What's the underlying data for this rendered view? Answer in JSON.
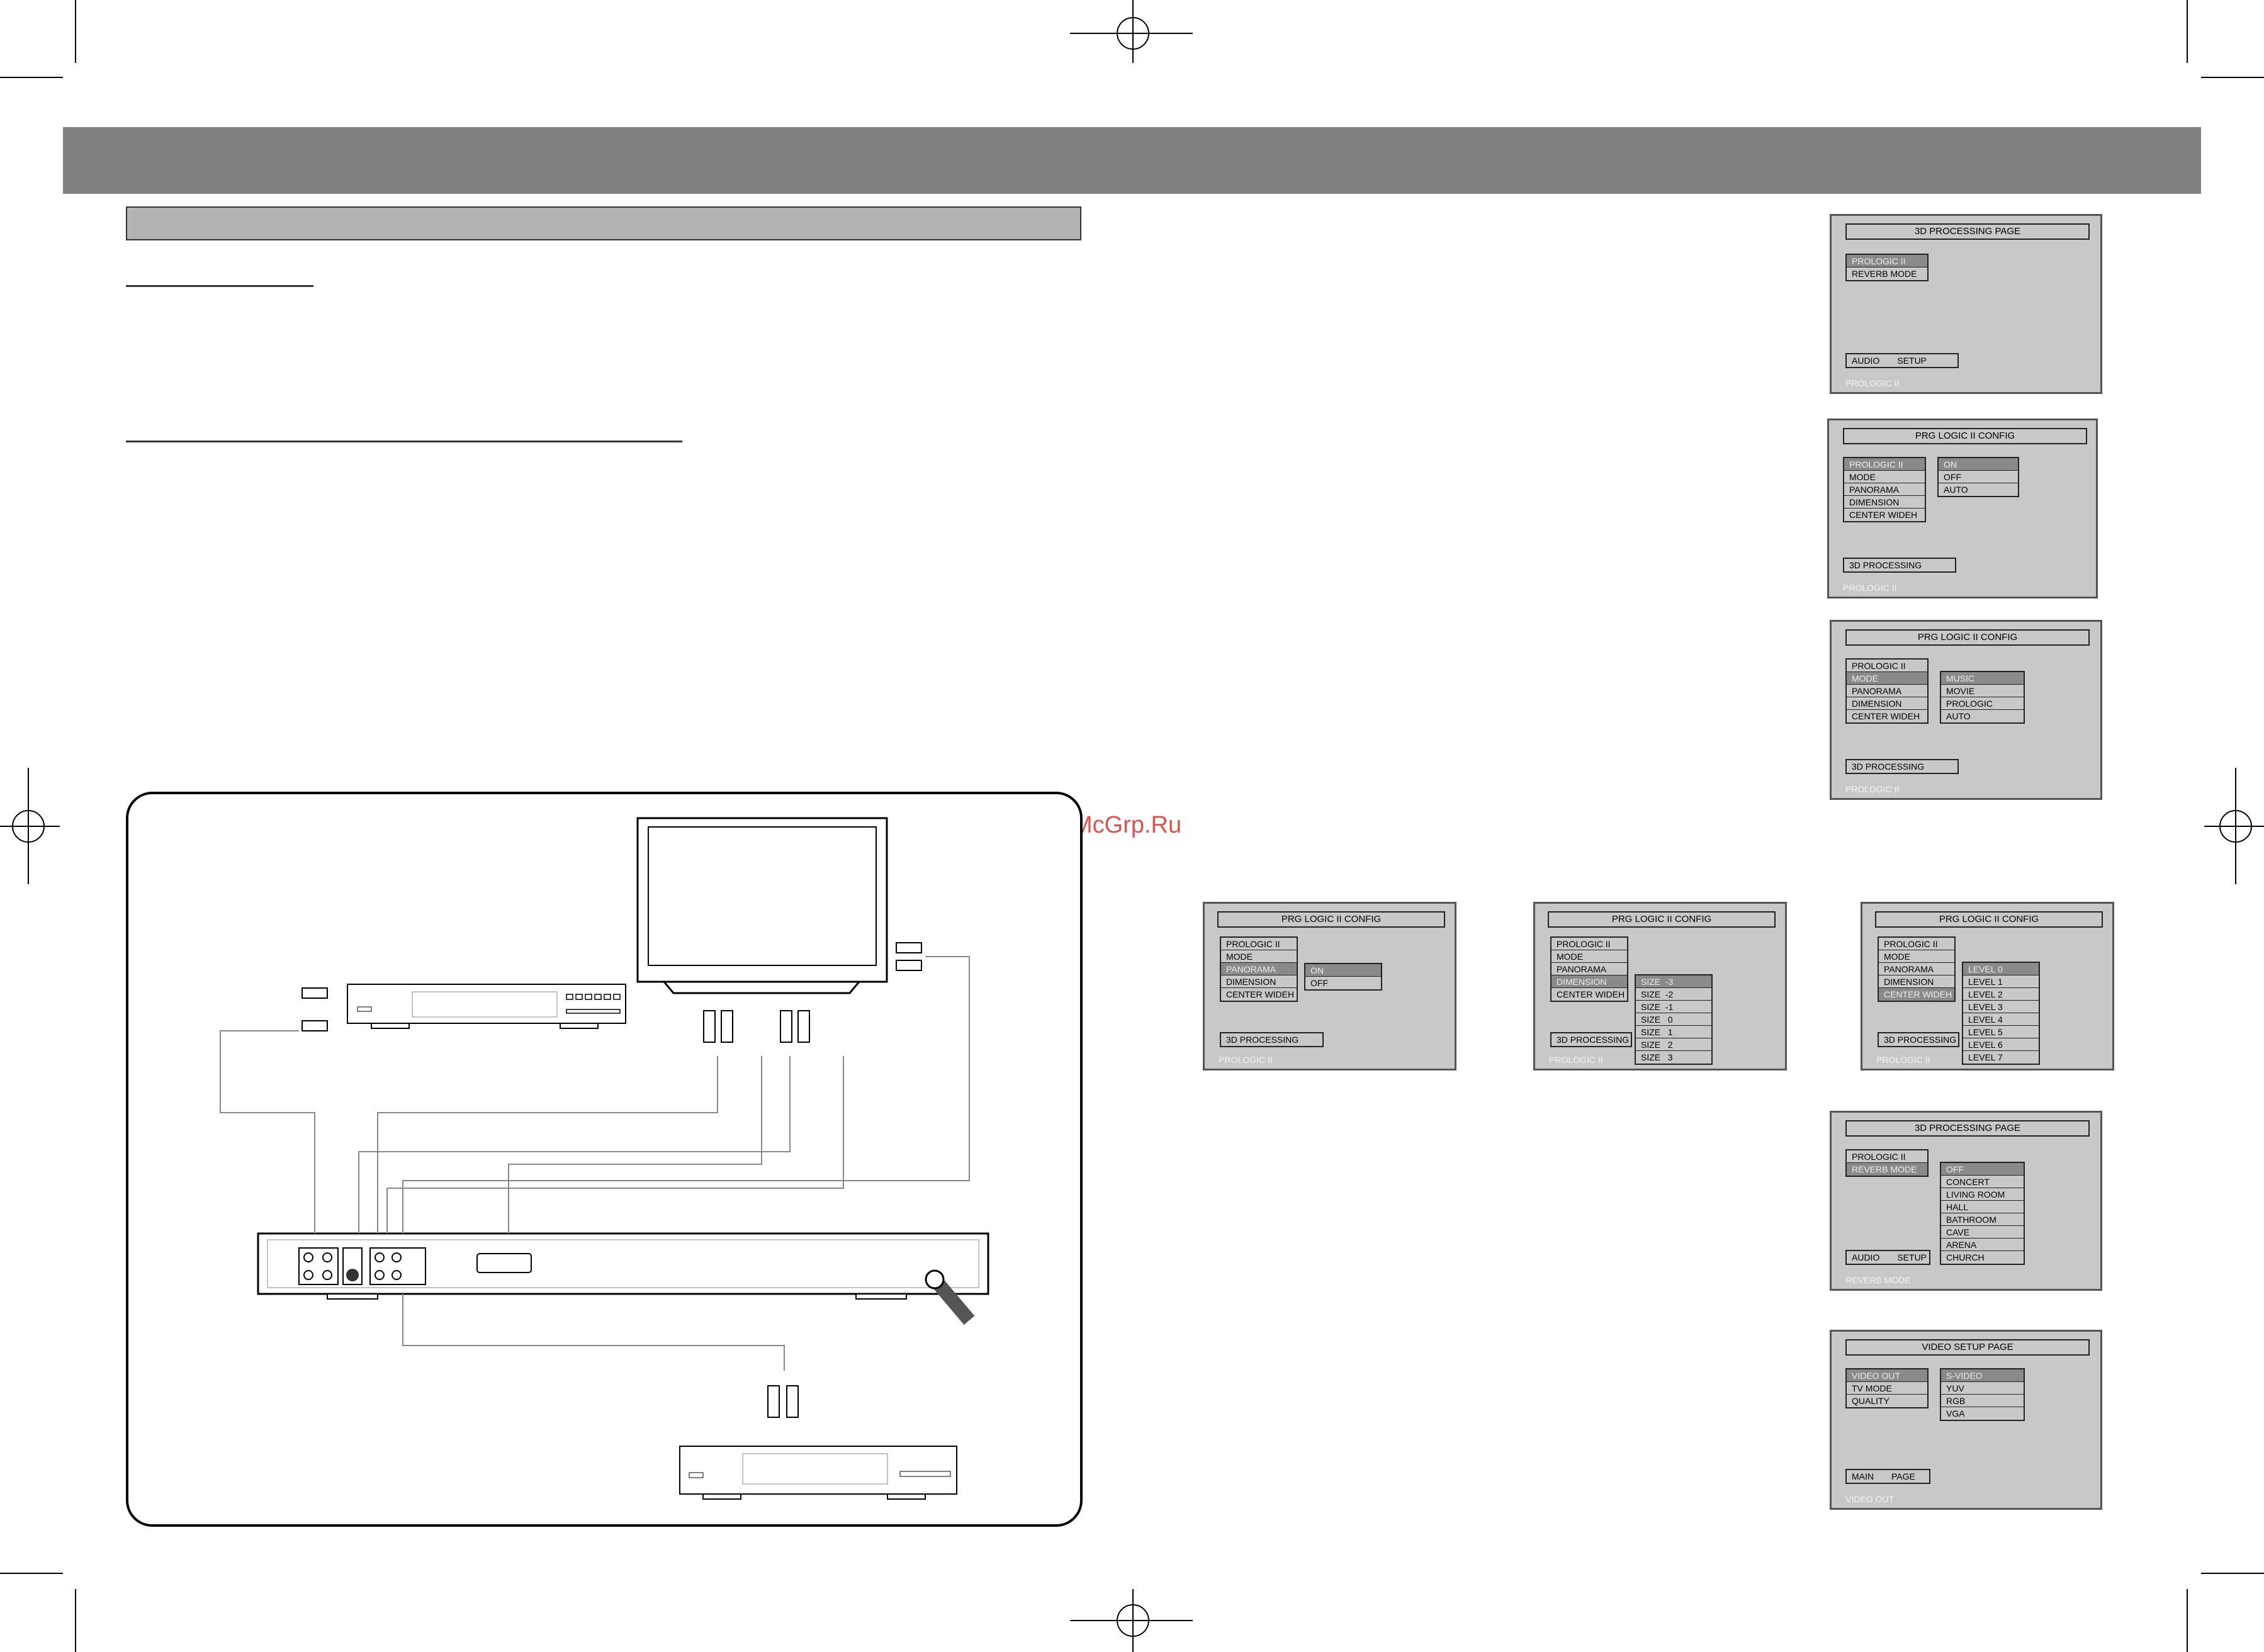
{
  "watermark": "McGrp.Ru",
  "panels": [
    {
      "id": "p1",
      "title": "3D PROCESSING PAGE",
      "menu": [
        "PROLOGIC II",
        "REVERB MODE"
      ],
      "menu_selected": 0,
      "options": [],
      "options_selected": -1,
      "footer": [
        "AUDIO",
        "SETUP"
      ],
      "status": "PROLOGIC II"
    },
    {
      "id": "p2",
      "title": "PRG LOGIC II CONFIG",
      "menu": [
        "PROLOGIC II",
        "MODE",
        "PANORAMA",
        "DIMENSION",
        "CENTER WIDEH"
      ],
      "menu_selected": 0,
      "options": [
        "ON",
        "OFF",
        "AUTO"
      ],
      "options_selected": 0,
      "footer": [
        "3D PROCESSING"
      ],
      "status": "PROLOGIC II"
    },
    {
      "id": "p3",
      "title": "PRG LOGIC II CONFIG",
      "menu": [
        "PROLOGIC II",
        "MODE",
        "PANORAMA",
        "DIMENSION",
        "CENTER WIDEH"
      ],
      "menu_selected": 1,
      "options": [
        "MUSIC",
        "MOVIE",
        "PROLOGIC",
        "AUTO"
      ],
      "options_selected": 0,
      "footer": [
        "3D PROCESSING"
      ],
      "status": "PROLOGIC II"
    },
    {
      "id": "p4",
      "title": "PRG LOGIC II CONFIG",
      "menu": [
        "PROLOGIC II",
        "MODE",
        "PANORAMA",
        "DIMENSION",
        "CENTER WIDEH"
      ],
      "menu_selected": 2,
      "options": [
        "ON",
        "OFF"
      ],
      "options_selected": 0,
      "footer": [
        "3D PROCESSING"
      ],
      "status": "PROLOGIC II"
    },
    {
      "id": "p5",
      "title": "PRG LOGIC II CONFIG",
      "menu": [
        "PROLOGIC II",
        "MODE",
        "PANORAMA",
        "DIMENSION",
        "CENTER WIDEH"
      ],
      "menu_selected": 3,
      "options": [
        "SIZE  -3",
        "SIZE  -2",
        "SIZE  -1",
        "SIZE   0",
        "SIZE   1",
        "SIZE   2",
        "SIZE   3"
      ],
      "options_selected": 0,
      "footer": [
        "3D PROCESSING"
      ],
      "status": "PROLOGIC II"
    },
    {
      "id": "p6",
      "title": "PRG LOGIC II CONFIG",
      "menu": [
        "PROLOGIC II",
        "MODE",
        "PANORAMA",
        "DIMENSION",
        "CENTER WIDEH"
      ],
      "menu_selected": 4,
      "options": [
        "LEVEL 0",
        "LEVEL 1",
        "LEVEL 2",
        "LEVEL 3",
        "LEVEL 4",
        "LEVEL 5",
        "LEVEL 6",
        "LEVEL 7"
      ],
      "options_selected": 0,
      "footer": [
        "3D PROCESSING"
      ],
      "status": "PROLOGIC II"
    },
    {
      "id": "p7",
      "title": "3D PROCESSING PAGE",
      "menu": [
        "PROLOGIC II",
        "REVERB MODE"
      ],
      "menu_selected": 1,
      "options": [
        "OFF",
        "CONCERT",
        "LIVING ROOM",
        "HALL",
        "BATHROOM",
        "CAVE",
        "ARENA",
        "CHURCH"
      ],
      "options_selected": 0,
      "footer": [
        "AUDIO",
        "SETUP"
      ],
      "status": "REVERB MODE"
    },
    {
      "id": "p8",
      "title": "VIDEO SETUP PAGE",
      "menu": [
        "VIDEO OUT",
        "TV MODE",
        "QUALITY"
      ],
      "menu_selected": 0,
      "options": [
        "S-VIDEO",
        "YUV",
        "RGB",
        "VGA"
      ],
      "options_selected": 0,
      "footer": [
        "MAIN",
        "PAGE"
      ],
      "status": "VIDEO OUT"
    }
  ]
}
